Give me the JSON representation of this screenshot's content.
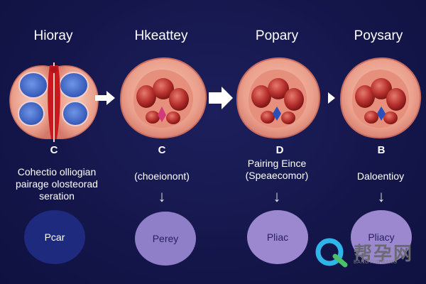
{
  "stages": [
    {
      "title": "Hioray",
      "letter": "C",
      "desc_lines": [
        "Cohectio olliogian",
        "pairage olosteorad",
        "seration"
      ],
      "circle_label": "Pcar",
      "circle_color": "#1d2a7e",
      "circle_text_color": "#ffffff"
    },
    {
      "title": "Hkeattey",
      "letter": "C",
      "desc_lines": [
        "(choeionont)"
      ],
      "circle_label": "Perey",
      "circle_color": "#8f7fc8",
      "circle_text_color": "#2a2060"
    },
    {
      "title": "Popary",
      "letter": "D",
      "desc_lines": [
        "Pairing Eince",
        "(Speaecomor)"
      ],
      "circle_label": "Pliac",
      "circle_color": "#9b88cf",
      "circle_text_color": "#2a2060"
    },
    {
      "title": "Poysary",
      "letter": "B",
      "desc_lines": [
        "Daloentioy"
      ],
      "circle_label": "Pliacy",
      "circle_color": "#9b88cf",
      "circle_text_color": "#2a2060"
    }
  ],
  "arrows": [
    "right-arrow",
    "right-arrow",
    "right-arrow"
  ],
  "watermark": {
    "text": "帮孕网",
    "sub": "BANGYUNWANG"
  },
  "colors": {
    "background": "#14164a",
    "tissue": "#f2b7a4",
    "tissue_inner": "#e8907a",
    "vessel": "#c21a1e",
    "lobe": "#3d64c8"
  }
}
